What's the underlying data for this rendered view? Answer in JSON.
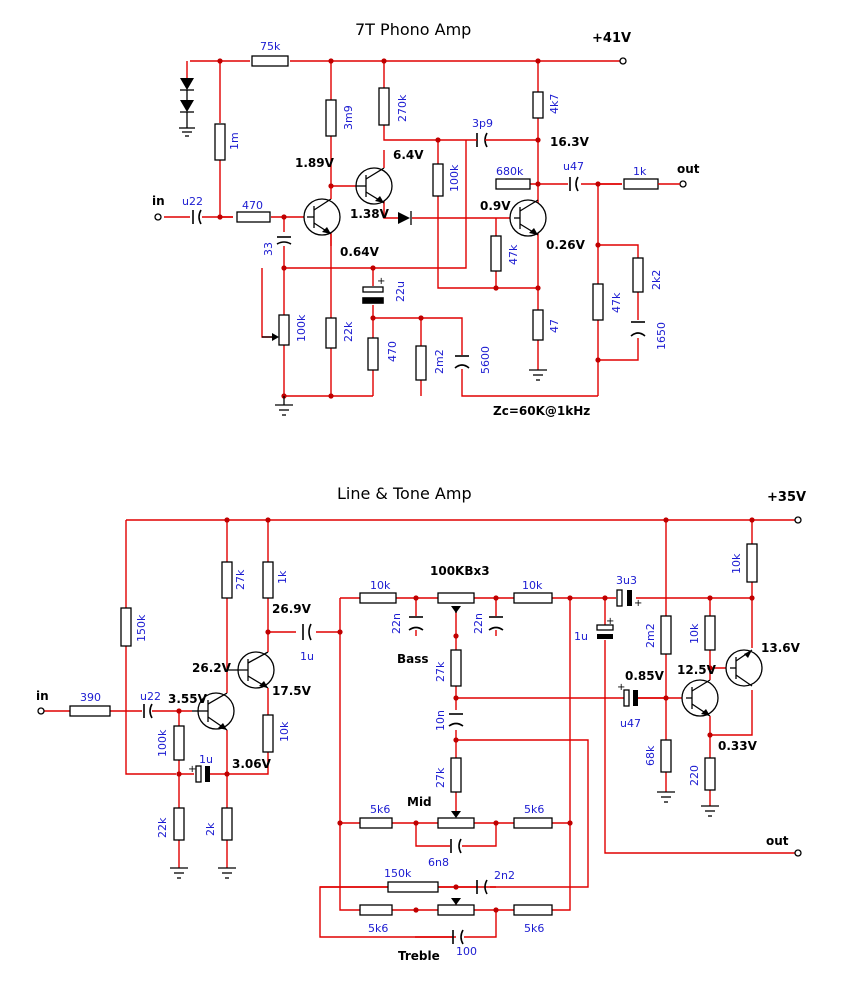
{
  "phono": {
    "title": "7T Phono Amp",
    "supply": "+41V",
    "input": "in",
    "output": "out",
    "labels": {
      "r75k": "75k",
      "r1m": "1m",
      "r3m9": "3m9",
      "r270k": "270k",
      "r4k7": "4k7",
      "c3p9": "3p9",
      "cu22": "u22",
      "r470a": "470",
      "c33": "33",
      "r100k": "100k",
      "r680k": "680k",
      "cu47": "u47",
      "r1k": "1k",
      "r47ka": "47k",
      "c22u": "22u",
      "pot100k": "100k",
      "r22k": "22k",
      "r470b": "470",
      "r2m2": "2m2",
      "c5600": "5600",
      "r47": "47",
      "r47kb": "47k",
      "r2k2": "2k2",
      "c1650": "1650"
    },
    "voltages": {
      "v189": "1.89V",
      "v64": "6.4V",
      "v163": "16.3V",
      "v138": "1.38V",
      "v09": "0.9V",
      "v064": "0.64V",
      "v026": "0.26V"
    },
    "note": "Zc=60K@1kHz"
  },
  "line": {
    "title": "Line & Tone Amp",
    "supply": "+35V",
    "input": "in",
    "output": "out",
    "labels": {
      "r390": "390",
      "r150k": "150k",
      "cu22": "u22",
      "r27ka": "27k",
      "r1ka": "1k",
      "c1ua": "1u",
      "r100k": "100k",
      "r10ka": "10k",
      "c1ub": "1u",
      "r22k": "22k",
      "r2k": "2k",
      "r10kb": "10k",
      "pot100kbx3": "100KBx3",
      "r10kc": "10k",
      "c22na": "22n",
      "c22nb": "22n",
      "c3u3": "3u3",
      "c1uc": "1u",
      "r2m2": "2m2",
      "r10kd": "10k",
      "r10ke": "10k",
      "r27kb": "27k",
      "c10n": "10n",
      "r27kc": "27k",
      "cu47": "u47",
      "r68k": "68k",
      "r220": "220",
      "r5k6a": "5k6",
      "r5k6b": "5k6",
      "c6n8": "6n8",
      "r150kb": "150k",
      "c2n2": "2n2",
      "r5k6c": "5k6",
      "r5k6d": "5k6",
      "c100": "100"
    },
    "voltages": {
      "v269": "26.9V",
      "v262": "26.2V",
      "v175": "17.5V",
      "v355": "3.55V",
      "v306": "3.06V",
      "v085": "0.85V",
      "v125": "12.5V",
      "v136": "13.6V",
      "v033": "0.33V"
    },
    "section_labels": {
      "bass": "Bass",
      "mid": "Mid",
      "treble": "Treble"
    }
  }
}
